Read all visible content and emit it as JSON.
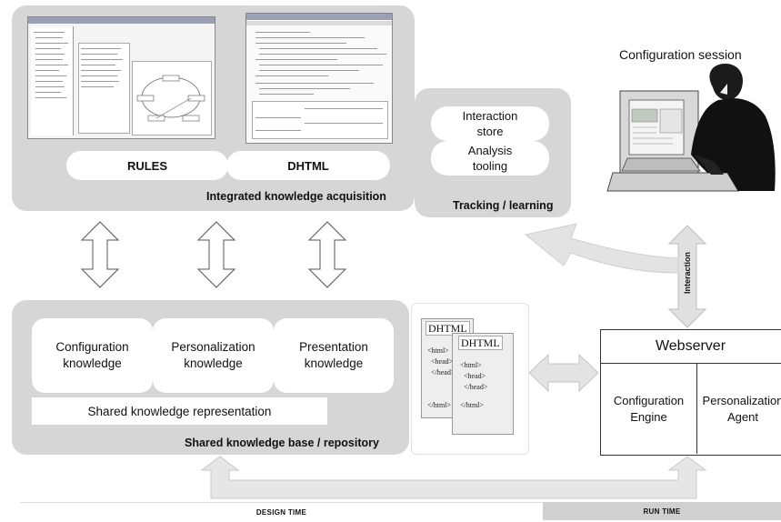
{
  "acquisition": {
    "caption": "Integrated knowledge acquisition",
    "rules_label": "RULES",
    "dhtml_label": "DHTML"
  },
  "tracking": {
    "caption": "Tracking / learning",
    "interaction_store": "Interaction\nstore",
    "analysis_tooling": "Analysis\ntooling"
  },
  "session": {
    "title": "Configuration session"
  },
  "interaction_label": "Interaction",
  "repository": {
    "caption": "Shared knowledge base / repository",
    "configuration_knowledge": "Configuration\nknowledge",
    "personalization_knowledge": "Personalization\nknowledge",
    "presentation_knowledge": "Presentation\nknowledge",
    "shared_representation": "Shared knowledge representation"
  },
  "dhtml_docs": {
    "heading1": "DHTML",
    "heading2": "DHTML",
    "tags1": [
      "<html>",
      "<head>",
      "</head>",
      "</html>"
    ],
    "tags2": [
      "<html>",
      "<head>",
      "</head>",
      "</html>"
    ]
  },
  "webserver": {
    "title": "Webserver",
    "engine": "Configuration\nEngine",
    "agent": "Personalization\nAgent"
  },
  "timeline": {
    "design_time": "DESIGN TIME",
    "run_time": "RUN TIME"
  },
  "colors": {
    "panel": "#d6d6d6",
    "arrow_fill": "#e6e6e6",
    "run_time_bar": "#d0d0d0"
  }
}
